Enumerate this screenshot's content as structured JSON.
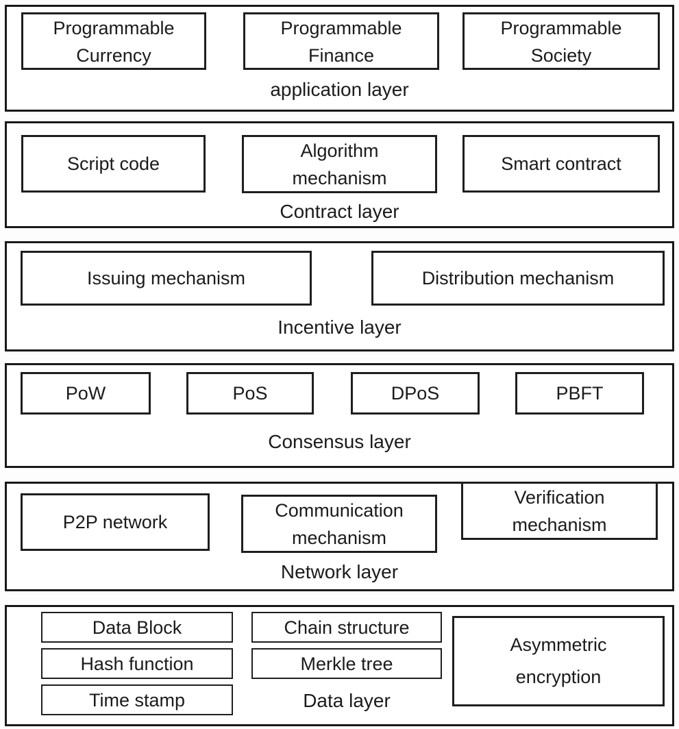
{
  "palette": {
    "border": "#191919",
    "background": "#ffffff",
    "text": "#1b1b1b"
  },
  "layers": [
    {
      "caption": "application layer",
      "boxes": [
        {
          "label": "Programmable\nCurrency"
        },
        {
          "label": "Programmable\nFinance"
        },
        {
          "label": "Programmable\nSociety"
        }
      ]
    },
    {
      "caption": "Contract layer",
      "boxes": [
        {
          "label": "Script code"
        },
        {
          "label": "Algorithm\nmechanism"
        },
        {
          "label": "Smart contract"
        }
      ]
    },
    {
      "caption": "Incentive layer",
      "boxes": [
        {
          "label": "Issuing mechanism"
        },
        {
          "label": "Distribution mechanism"
        }
      ]
    },
    {
      "caption": "Consensus layer",
      "boxes": [
        {
          "label": "PoW"
        },
        {
          "label": "PoS"
        },
        {
          "label": "DPoS"
        },
        {
          "label": "PBFT"
        }
      ]
    },
    {
      "caption": "Network layer",
      "boxes": [
        {
          "label": "P2P network"
        },
        {
          "label": "Communication\nmechanism"
        },
        {
          "label": "Verification\nmechanism"
        }
      ]
    },
    {
      "caption": "Data layer",
      "boxes": [
        {
          "label": "Data Block"
        },
        {
          "label": "Chain structure"
        },
        {
          "label": "Hash function"
        },
        {
          "label": "Merkle tree"
        },
        {
          "label": "Time stamp"
        },
        {
          "label": "Asymmetric\nencryption"
        }
      ]
    }
  ]
}
